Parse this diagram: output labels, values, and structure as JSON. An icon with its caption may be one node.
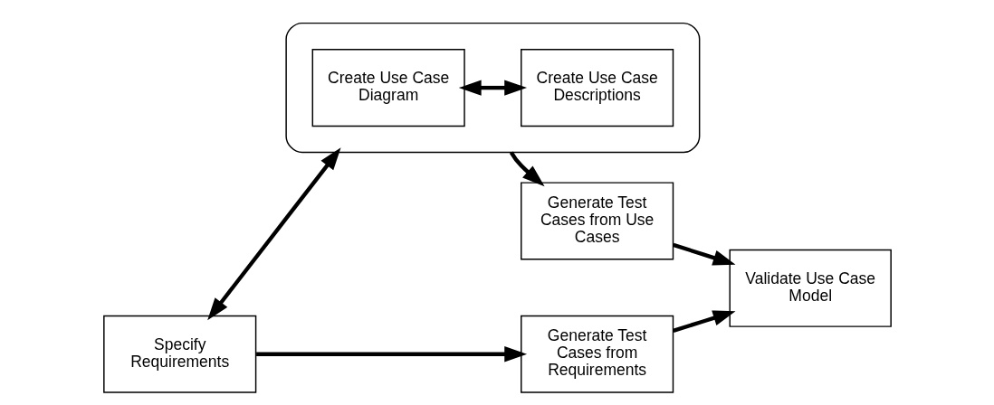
{
  "diagram": {
    "nodes": [
      {
        "text": [
          "Specify Requirements"
        ]
      },
      {
        "text": [
          "Generate Test Cases from Requirements"
        ]
      },
      {
        "text": [
          "Validate Use Case Model"
        ]
      },
      {
        "text": [],
        "shape": "box"
      },
      {
        "text": [
          "Create Use Case Diagram"
        ],
        "in": 3
      },
      {
        "text": [
          "Create Use Case Descriptions"
        ],
        "in": 3
      },
      {
        "text": [
          "Generate Test Cases from Use Cases"
        ]
      }
    ],
    "edges": [
      {
        "from": 0,
        "to": 1,
        "arrow": "to"
      },
      {
        "from": 1,
        "to": 2,
        "arrow": "to"
      },
      {
        "from": 0,
        "to": 3,
        "arrow": "both"
      },
      {
        "from": 4,
        "to": 5,
        "arrow": "both"
      },
      {
        "from": 3,
        "to": 6,
        "arrow": "to"
      },
      {
        "from": 6,
        "to": 2,
        "arrow": "to"
      }
    ]
  }
}
